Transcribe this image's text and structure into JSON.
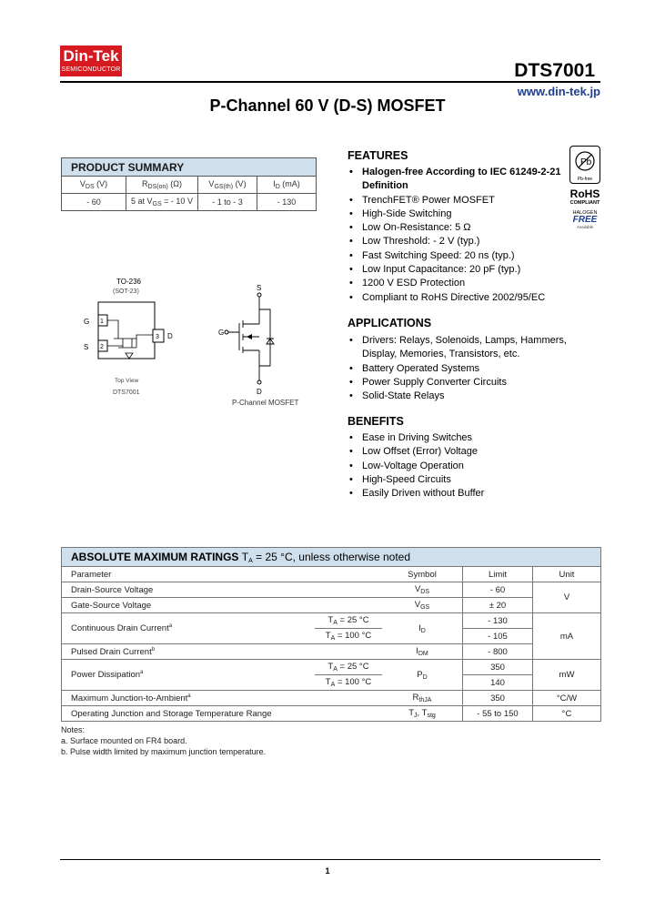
{
  "header": {
    "logo_name": "Din-Tek",
    "logo_sub": "SEMICONDUCTOR",
    "part_number": "DTS7001",
    "url": "www.din-tek.jp",
    "title": "P-Channel 60 V (D-S) MOSFET"
  },
  "product_summary": {
    "heading": "PRODUCT SUMMARY",
    "columns": [
      "V",
      "DS",
      " (V)",
      "R",
      "DS(on)",
      " (Ω)",
      "V",
      "GS(th)",
      " (V)",
      "I",
      "D",
      " (mA)"
    ],
    "row": [
      "- 60",
      "5 at V",
      "GS",
      " = - 10 V",
      "- 1 to - 3",
      "- 130"
    ]
  },
  "package": {
    "name": "TO-236",
    "alt_name": "(SOT-23)",
    "pin_g": "G",
    "pin_s": "S",
    "pin_d": "D",
    "pin1": "1",
    "pin2": "2",
    "pin3": "3",
    "view": "Top View",
    "marking": "DTS7001"
  },
  "symbol": {
    "s": "S",
    "g": "G",
    "d": "D",
    "caption": "P-Channel MOSFET"
  },
  "features": {
    "heading": "FEATURES",
    "items": [
      "Halogen-free According to IEC 61249-2-21 Definition",
      "TrenchFET® Power MOSFET",
      "High-Side Switching",
      "Low On-Resistance: 5 Ω",
      "Low Threshold: - 2 V (typ.)",
      "Fast Switching Speed: 20 ns (typ.)",
      "Low Input Capacitance: 20 pF (typ.)",
      "1200 V ESD Protection",
      "Compliant to RoHS Directive 2002/95/EC"
    ]
  },
  "badges": {
    "pb": "Pb",
    "pb_free": "Pb-free",
    "rohs": "RoHS",
    "compliant": "COMPLIANT",
    "halogen": "HALOGEN",
    "free": "FREE",
    "available": "Available"
  },
  "applications": {
    "heading": "APPLICATIONS",
    "items": [
      "Drivers: Relays, Solenoids, Lamps, Hammers, Display, Memories, Transistors, etc.",
      "Battery Operated Systems",
      "Power Supply Converter Circuits",
      "Solid-State Relays"
    ]
  },
  "benefits": {
    "heading": "BENEFITS",
    "items": [
      "Ease in Driving Switches",
      "Low Offset (Error) Voltage",
      "Low-Voltage Operation",
      "High-Speed Circuits",
      "Easily Driven without Buffer"
    ]
  },
  "ratings": {
    "heading": "ABSOLUTE MAXIMUM RATINGS",
    "heading_cond": "T",
    "heading_cond_sub": "A",
    "heading_cond_rest": " = 25 °C, unless otherwise noted",
    "col_param": "Parameter",
    "col_symbol": "Symbol",
    "col_limit": "Limit",
    "col_unit": "Unit",
    "rows": {
      "vds": {
        "param": "Drain-Source Voltage",
        "sym": "V",
        "sym_sub": "DS",
        "limit": "- 60"
      },
      "vgs": {
        "param": "Gate-Source Voltage",
        "sym": "V",
        "sym_sub": "GS",
        "limit": "± 20"
      },
      "volt_unit": "V",
      "id": {
        "param": "Continuous Drain Current",
        "note": "a",
        "cond1": "T",
        "cond1_sub": "A",
        "cond1_rest": " = 25 °C",
        "cond2": "T",
        "cond2_sub": "A",
        "cond2_rest": " = 100 °C",
        "sym": "I",
        "sym_sub": "D",
        "limit1": "- 130",
        "limit2": "- 105"
      },
      "idm": {
        "param": "Pulsed Drain Current",
        "note": "b",
        "sym": "I",
        "sym_sub": "DM",
        "limit": "- 800"
      },
      "curr_unit": "mA",
      "pd": {
        "param": "Power Dissipation",
        "note": "a",
        "cond1": "T",
        "cond1_sub": "A",
        "cond1_rest": " = 25 °C",
        "cond2": "T",
        "cond2_sub": "A",
        "cond2_rest": " = 100 °C",
        "sym": "P",
        "sym_sub": "D",
        "limit1": "350",
        "limit2": "140",
        "unit": "mW"
      },
      "rth": {
        "param": "Maximum Junction-to-Ambient",
        "note": "a",
        "sym": "R",
        "sym_sub": "thJA",
        "limit": "350",
        "unit": "°C/W"
      },
      "tj": {
        "param": "Operating Junction and Storage Temperature Range",
        "sym": "T",
        "sym_sub": "J",
        "sym_mid": ", T",
        "sym_sub2": "stg",
        "limit": "- 55 to 150",
        "unit": "°C"
      }
    }
  },
  "notes": {
    "title": "Notes:",
    "a": "a. Surface mounted on FR4 board.",
    "b": "b. Pulse width limited by maximum junction temperature."
  },
  "footer": {
    "page": "1"
  },
  "colors": {
    "logo": "#d71920",
    "table_header": "#cfe0ec",
    "url": "#1f3e8f"
  }
}
